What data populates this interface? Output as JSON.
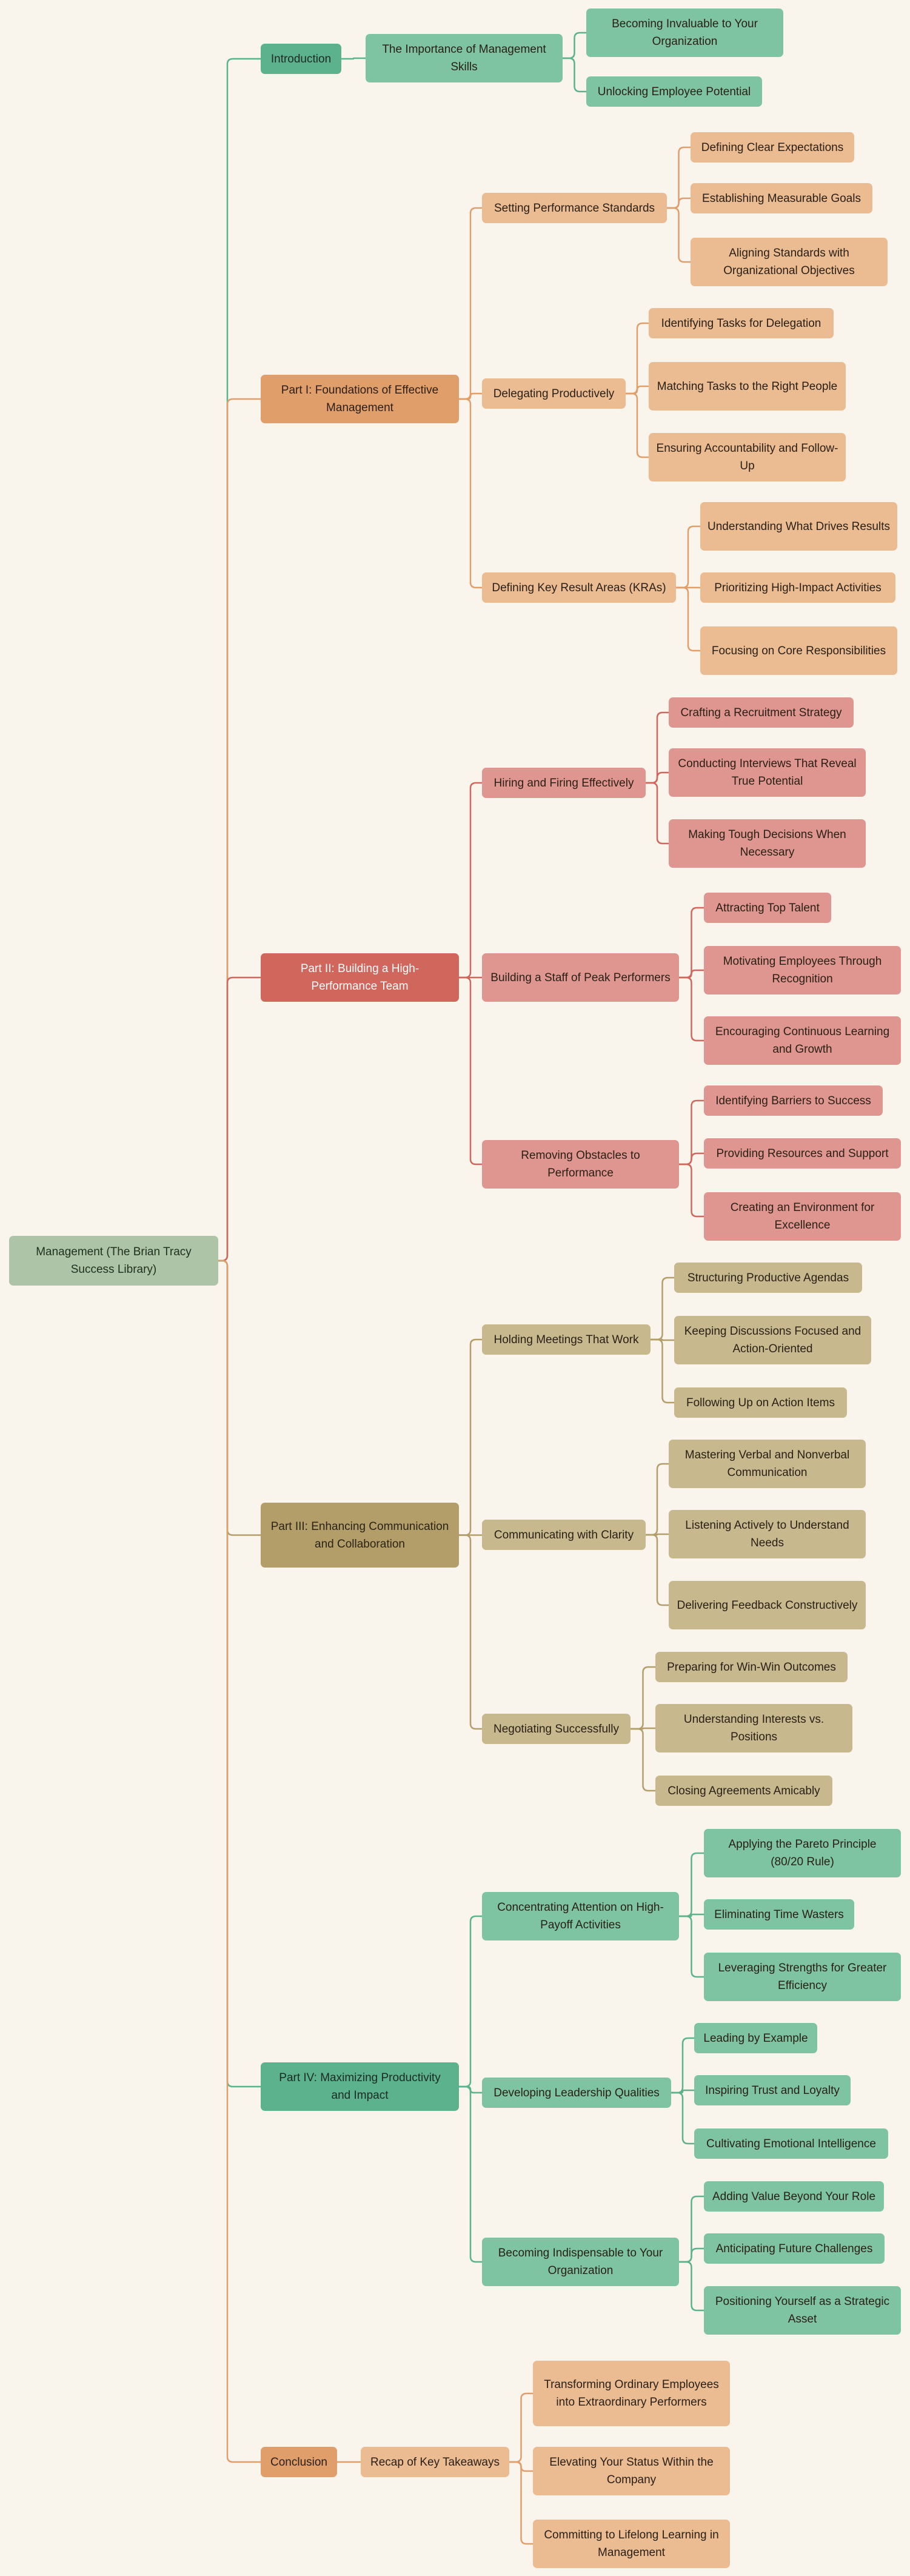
{
  "root": {
    "label": "Management (The Brian Tracy Success Library)"
  },
  "sections": [
    {
      "id": "intro",
      "label": "Introduction",
      "color": "#5bb28c",
      "text": "#1d2a24",
      "subs": [
        {
          "label": "The Importance of Management Skills",
          "leaves": [
            "Becoming Invaluable to Your Organization",
            "Unlocking Employee Potential"
          ]
        }
      ]
    },
    {
      "id": "p1",
      "label": "Part I: Foundations of Effective Management",
      "color": "#e09e6b",
      "text": "#2b1e14",
      "subs": [
        {
          "label": "Setting Performance Standards",
          "leaves": [
            "Defining Clear Expectations",
            "Establishing Measurable Goals",
            "Aligning Standards with Organizational Objectives"
          ]
        },
        {
          "label": "Delegating Productively",
          "leaves": [
            "Identifying Tasks for Delegation",
            "Matching Tasks to the Right People",
            "Ensuring Accountability and Follow-Up"
          ]
        },
        {
          "label": "Defining Key Result Areas (KRAs)",
          "leaves": [
            "Understanding What Drives Results",
            "Prioritizing High-Impact Activities",
            "Focusing on Core Responsibilities"
          ]
        }
      ]
    },
    {
      "id": "p2",
      "label": "Part II: Building a High-Performance Team",
      "color": "#d0665c",
      "text": "#ffffff",
      "subs": [
        {
          "label": "Hiring and Firing Effectively",
          "leaves": [
            "Crafting a Recruitment Strategy",
            "Conducting Interviews That Reveal True Potential",
            "Making Tough Decisions When Necessary"
          ]
        },
        {
          "label": "Building a Staff of Peak Performers",
          "leaves": [
            "Attracting Top Talent",
            "Motivating Employees Through Recognition",
            "Encouraging Continuous Learning and Growth"
          ]
        },
        {
          "label": "Removing Obstacles to Performance",
          "leaves": [
            "Identifying Barriers to Success",
            "Providing Resources and Support",
            "Creating an Environment for Excellence"
          ]
        }
      ]
    },
    {
      "id": "p3",
      "label": "Part III: Enhancing Communication and Collaboration",
      "color": "#b39e6a",
      "text": "#2a2416",
      "subs": [
        {
          "label": "Holding Meetings That Work",
          "leaves": [
            "Structuring Productive Agendas",
            "Keeping Discussions Focused and Action-Oriented",
            "Following Up on Action Items"
          ]
        },
        {
          "label": "Communicating with Clarity",
          "leaves": [
            "Mastering Verbal and Nonverbal Communication",
            "Listening Actively to Understand Needs",
            "Delivering Feedback Constructively"
          ]
        },
        {
          "label": "Negotiating Successfully",
          "leaves": [
            "Preparing for Win-Win Outcomes",
            "Understanding Interests vs. Positions",
            "Closing Agreements Amicably"
          ]
        }
      ]
    },
    {
      "id": "p4",
      "label": "Part IV: Maximizing Productivity and Impact",
      "color": "#5bb28c",
      "text": "#1d2a24",
      "subs": [
        {
          "label": "Concentrating Attention on High-Payoff Activities",
          "leaves": [
            "Applying the Pareto Principle (80/20 Rule)",
            "Eliminating Time Wasters",
            "Leveraging Strengths for Greater Efficiency"
          ]
        },
        {
          "label": "Developing Leadership Qualities",
          "leaves": [
            "Leading by Example",
            "Inspiring Trust and Loyalty",
            "Cultivating Emotional Intelligence"
          ]
        },
        {
          "label": "Becoming Indispensable to Your Organization",
          "leaves": [
            "Adding Value Beyond Your Role",
            "Anticipating Future Challenges",
            "Positioning Yourself as a Strategic Asset"
          ]
        }
      ]
    },
    {
      "id": "concl",
      "label": "Conclusion",
      "color": "#e09e6b",
      "text": "#2b1e14",
      "subs": [
        {
          "label": "Recap of Key Takeaways",
          "leaves": [
            "Transforming Ordinary Employees into Extraordinary Performers",
            "Elevating Your Status Within the Company",
            "Committing to Lifelong Learning in Management"
          ]
        }
      ]
    }
  ],
  "colors": {
    "background": "#f9f4ec",
    "root": "#adc5a6",
    "intro": {
      "main": "#5bb28c",
      "sub": "#7ec4a3",
      "leaf": "#7ec4a3",
      "line": "#5bb28c"
    },
    "p1": {
      "main": "#e09e6b",
      "sub": "#ebbb92",
      "leaf": "#ebbb92",
      "line": "#e09e6b"
    },
    "p2": {
      "main": "#d0665c",
      "sub": "#df9690",
      "leaf": "#df9690",
      "line": "#d0665c"
    },
    "p3": {
      "main": "#b39e6a",
      "sub": "#c7b88e",
      "leaf": "#c7b88e",
      "line": "#b39e6a"
    },
    "p4": {
      "main": "#5bb28c",
      "sub": "#7ec4a3",
      "leaf": "#7ec4a3",
      "line": "#5bb28c"
    },
    "concl": {
      "main": "#e09e6b",
      "sub": "#ebbb92",
      "leaf": "#ebbb92",
      "line": "#e09e6b"
    }
  }
}
